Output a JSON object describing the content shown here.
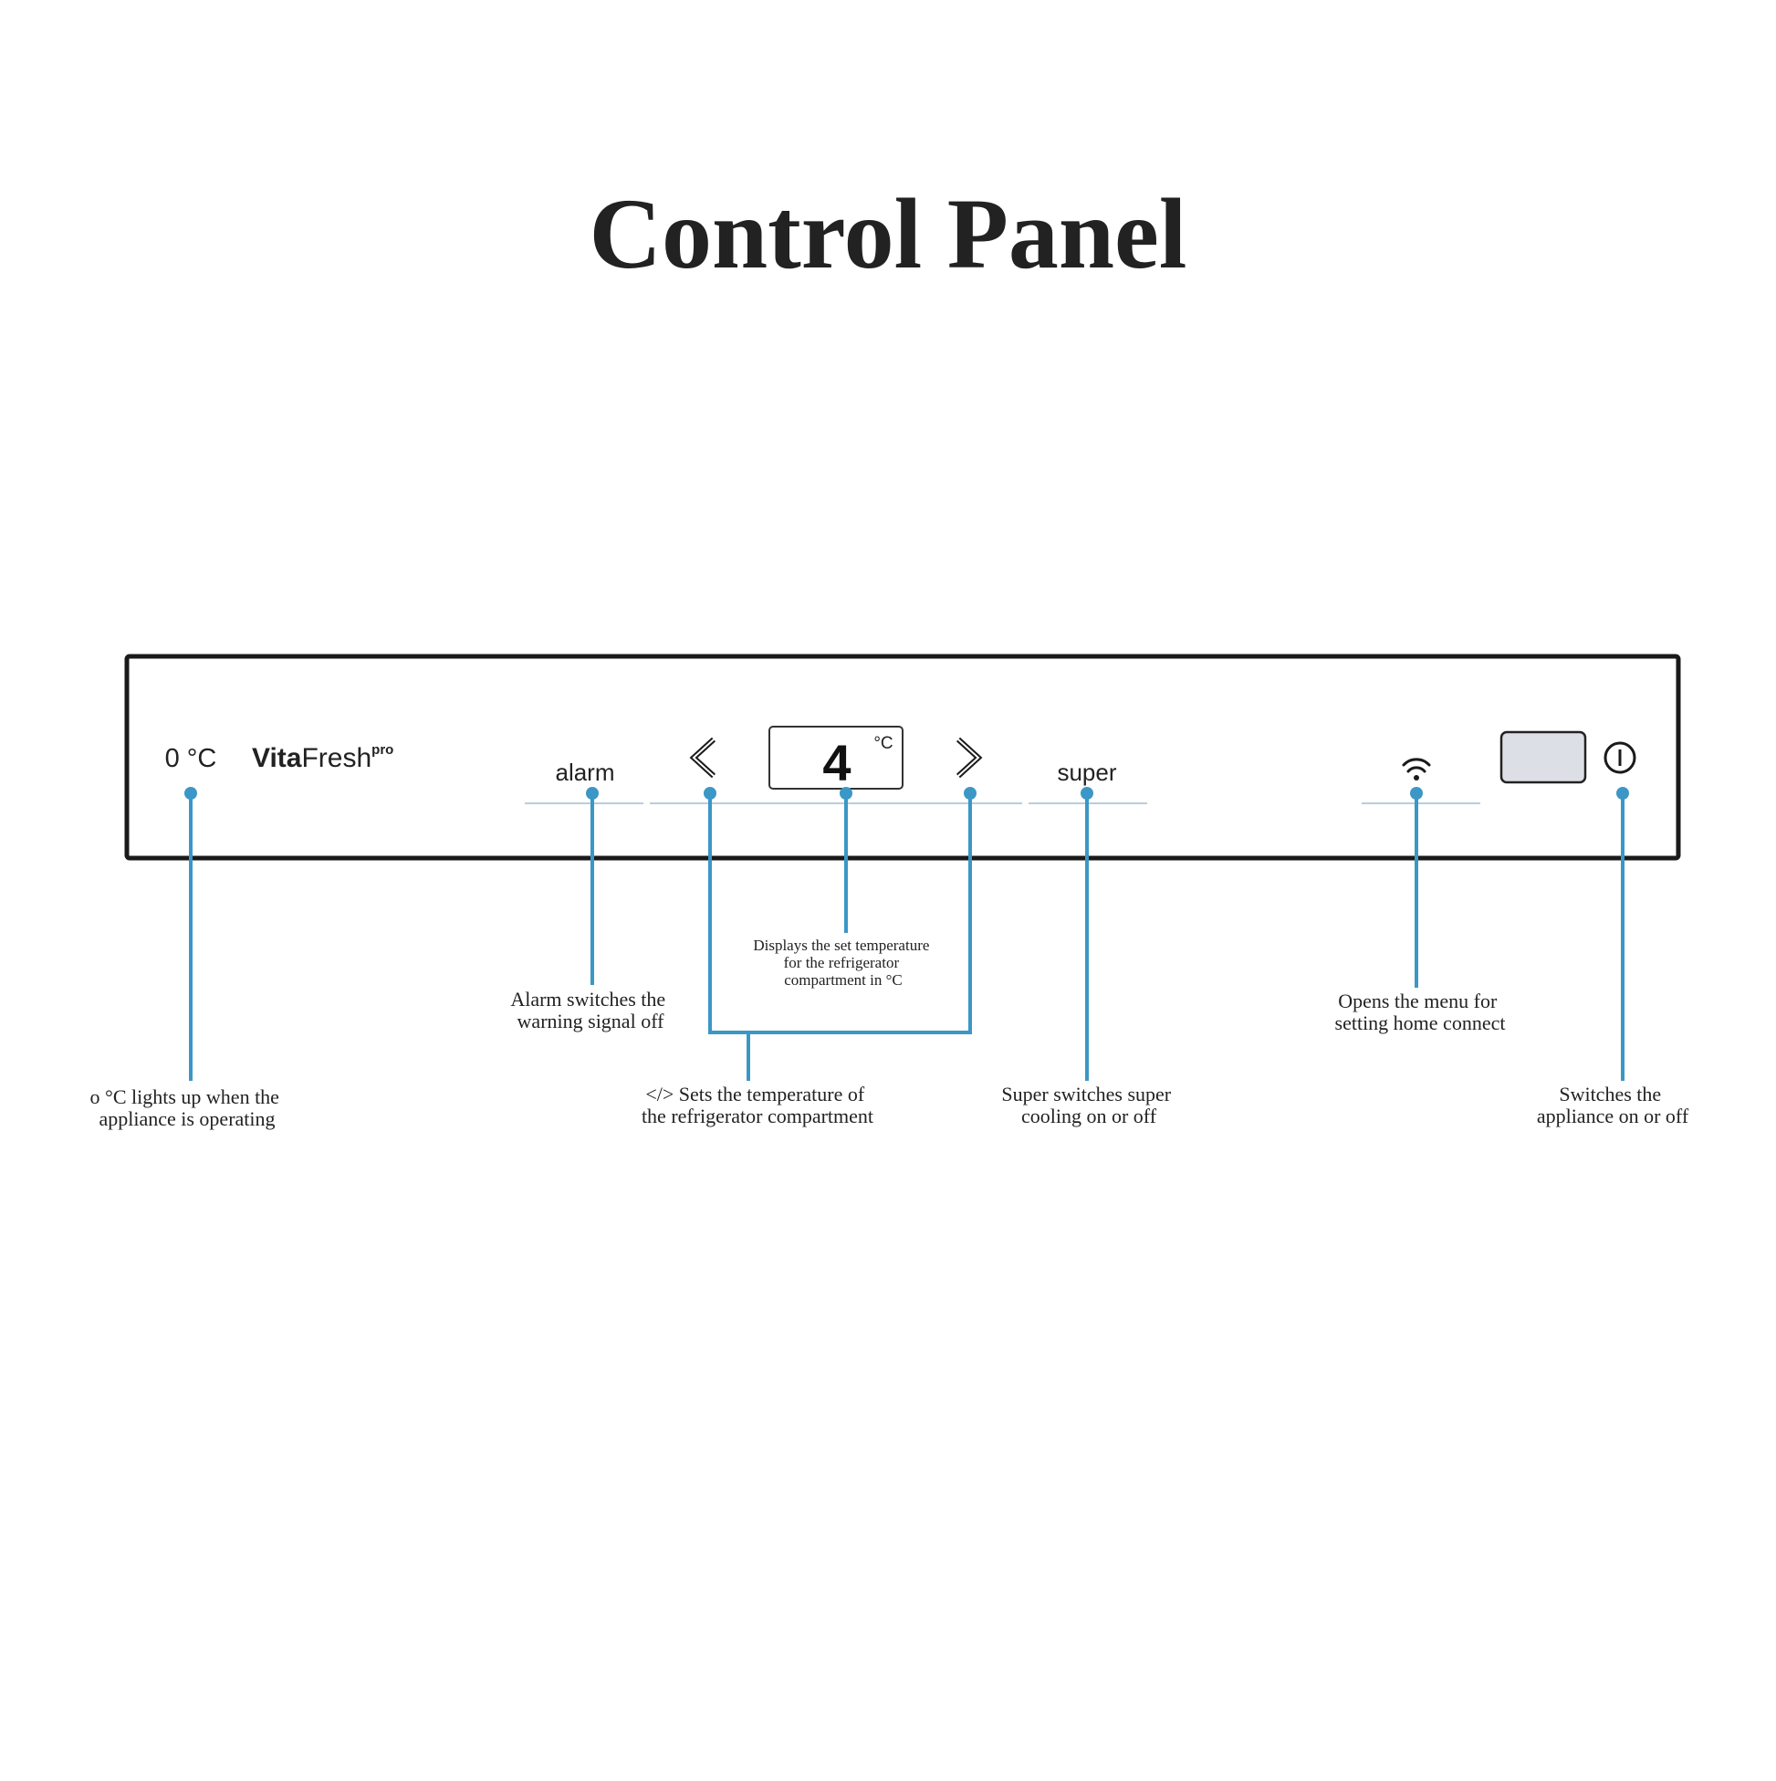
{
  "title": "Control Panel",
  "colors": {
    "text": "#222222",
    "accent": "#3b97c6",
    "guide": "#b7cde0",
    "panel_border": "#1a1a1a",
    "button_fill": "#dcdfe5"
  },
  "panel": {
    "zero_c_label": "0 °C",
    "brand_bold": "Vita",
    "brand_regular": "Fresh",
    "brand_sup": "pro",
    "alarm_label": "alarm",
    "display_digit": "4",
    "display_unit": "°C",
    "super_label": "super",
    "icons": [
      "chevron-left-icon",
      "chevron-right-icon",
      "wifi-icon",
      "power-icon"
    ]
  },
  "annotations": {
    "zero_c": [
      "o °C lights up when the",
      "appliance is operating"
    ],
    "alarm": [
      "Alarm switches the",
      "warning signal off"
    ],
    "display": [
      "Displays the set temperature",
      "for the refrigerator",
      "compartment in °C"
    ],
    "set_temp": [
      "</> Sets the temperature of",
      "the refrigerator compartment"
    ],
    "super": [
      "Super switches super",
      "cooling on or off"
    ],
    "home_connect": [
      "Opens the menu for",
      "setting home connect"
    ],
    "power": [
      "Switches the",
      "appliance on or off"
    ]
  }
}
